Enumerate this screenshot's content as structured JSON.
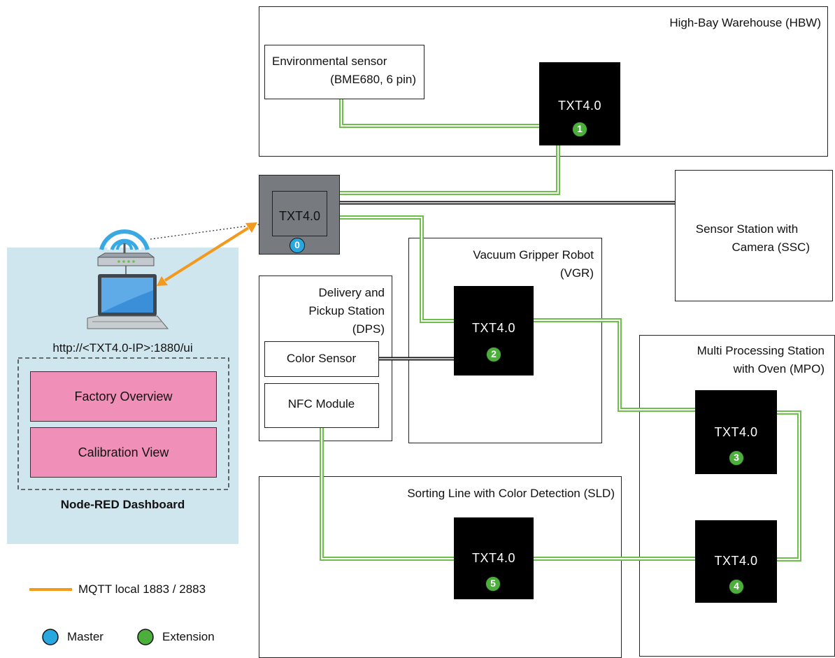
{
  "colors": {
    "extension": "#4caf3b",
    "master": "#29a8e0",
    "mqtt": "#f39a1e",
    "connector": "#6cc04a",
    "dashboard_bg": "#cfe6ee",
    "dashboard_button": "#f08fb8"
  },
  "stations": {
    "hbw": {
      "title": "High-Bay Warehouse (HBW)"
    },
    "ssc": {
      "title_line1": "Sensor Station with",
      "title_line2": "Camera (SSC)"
    },
    "vgr": {
      "title_line1": "Vacuum Gripper Robot",
      "title_line2": "(VGR)"
    },
    "dps": {
      "title_line1": "Delivery and",
      "title_line2": "Pickup Station",
      "title_line3": "(DPS)"
    },
    "mpo": {
      "title_line1": "Multi Processing Station",
      "title_line2": "with Oven (MPO)"
    },
    "sld": {
      "title": "Sorting Line with Color Detection (SLD)"
    }
  },
  "devices": {
    "env_sensor": {
      "line1": "Environmental sensor",
      "line2": "(BME680, 6 pin)"
    },
    "color_sensor": "Color Sensor",
    "nfc_module": "NFC Module"
  },
  "controllers": [
    {
      "name": "TXT4.0",
      "number": "0",
      "role": "master"
    },
    {
      "name": "TXT4.0",
      "number": "1",
      "role": "extension"
    },
    {
      "name": "TXT4.0",
      "number": "2",
      "role": "extension"
    },
    {
      "name": "TXT4.0",
      "number": "3",
      "role": "extension"
    },
    {
      "name": "TXT4.0",
      "number": "4",
      "role": "extension"
    },
    {
      "name": "TXT4.0",
      "number": "5",
      "role": "extension"
    }
  ],
  "dashboard": {
    "url": "http://<TXT4.0-IP>:1880/ui",
    "button1": "Factory Overview",
    "button2": "Calibration View",
    "title": "Node-RED Dashboard"
  },
  "legend": {
    "mqtt": "MQTT local 1883 / 2883",
    "master": "Master",
    "extension": "Extension"
  }
}
